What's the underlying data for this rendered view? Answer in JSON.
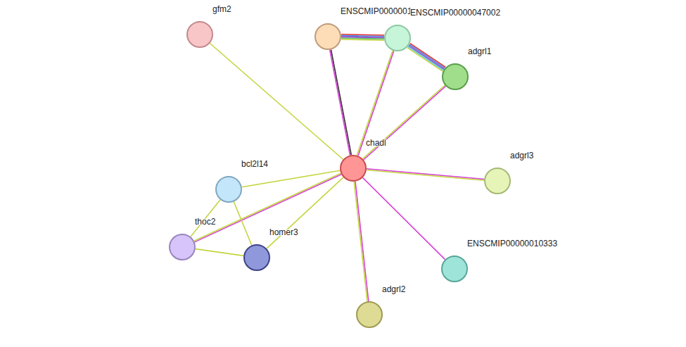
{
  "diagram": {
    "nodes": [
      {
        "text": [
          "gfm2"
        ]
      },
      {
        "text": [
          "ENSCMIP0000001"
        ]
      },
      {
        "text": [
          "ENSCMIP00000047002"
        ]
      },
      {
        "text": [
          "adgrl1"
        ]
      },
      {
        "text": [
          "chadl"
        ]
      },
      {
        "text": [
          "adgrl3"
        ]
      },
      {
        "text": [
          "bcl2l14"
        ]
      },
      {
        "text": [
          "thoc2"
        ]
      },
      {
        "text": [
          "homer3"
        ]
      },
      {
        "text": [
          "ENSCMIP00000010333"
        ]
      },
      {
        "text": [
          "adgrl2"
        ]
      }
    ],
    "edges": [
      {
        "from": 0,
        "to": 4,
        "arrow": "none"
      },
      {
        "from": 1,
        "to": 2,
        "arrow": "none"
      },
      {
        "from": 1,
        "to": 4,
        "arrow": "none"
      },
      {
        "from": 2,
        "to": 3,
        "arrow": "none"
      },
      {
        "from": 2,
        "to": 4,
        "arrow": "none"
      },
      {
        "from": 3,
        "to": 4,
        "arrow": "none"
      },
      {
        "from": 4,
        "to": 5,
        "arrow": "none"
      },
      {
        "from": 4,
        "to": 6,
        "arrow": "none"
      },
      {
        "from": 4,
        "to": 7,
        "arrow": "none"
      },
      {
        "from": 4,
        "to": 8,
        "arrow": "none"
      },
      {
        "from": 4,
        "to": 9,
        "arrow": "none"
      },
      {
        "from": 4,
        "to": 10,
        "arrow": "none"
      },
      {
        "from": 6,
        "to": 7,
        "arrow": "none"
      },
      {
        "from": 6,
        "to": 8,
        "arrow": "none"
      },
      {
        "from": 7,
        "to": 8,
        "arrow": "none"
      }
    ]
  }
}
